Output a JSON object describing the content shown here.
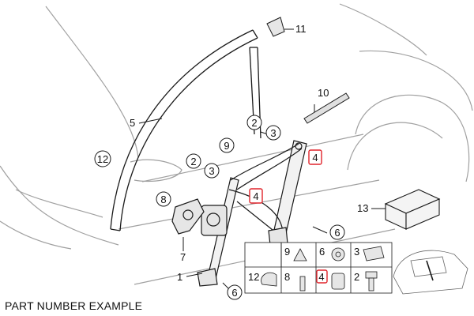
{
  "caption": "PART NUMBER EXAMPLE",
  "colors": {
    "line": "#1a1a1a",
    "body": "#9a9a9a",
    "highlight": "#e0242b",
    "part_fill": "#e6e6e6"
  },
  "callouts": {
    "c1": "1",
    "c2a": "2",
    "c2b": "2",
    "c3a": "3",
    "c3b": "3",
    "c4a": "4",
    "c4b": "4",
    "c5": "5",
    "c6a": "6",
    "c6b": "6",
    "c7": "7",
    "c8": "8",
    "c9": "9",
    "c10": "10",
    "c11": "11",
    "c12": "12",
    "c13": "13"
  },
  "legend": {
    "l9": "9",
    "l6": "6",
    "l3": "3",
    "l12": "12",
    "l8": "8",
    "l4": "4",
    "l2": "2"
  }
}
